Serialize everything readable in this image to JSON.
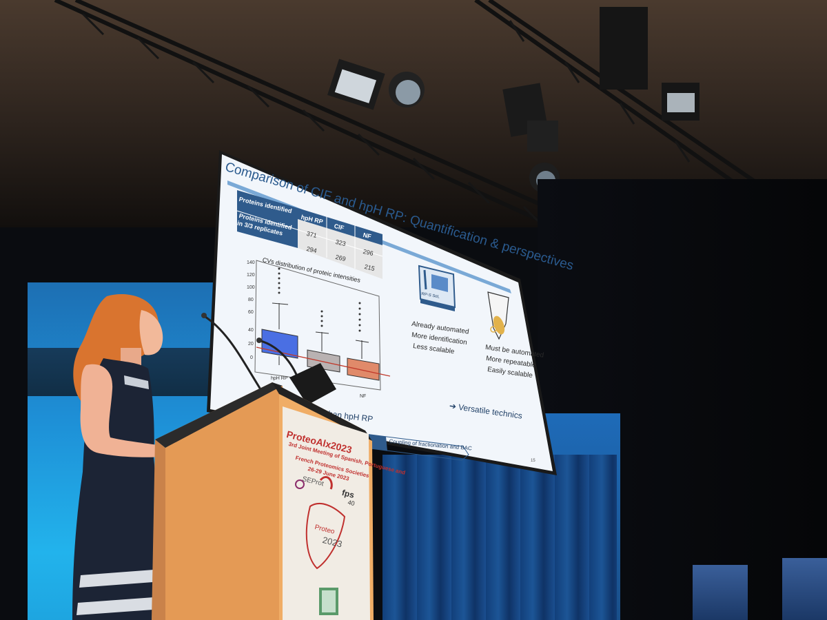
{
  "slide": {
    "title": "Comparison of CIF and hpH RP: Quantification & perspectives",
    "table": {
      "row1_label": "Proteins identified",
      "row2_label": "Proteins identified in 3/3 replicates",
      "col_headers": [
        "hpH RP",
        "CIF",
        "NF"
      ],
      "row1_values": [
        "371",
        "323",
        "296"
      ],
      "row2_values": [
        "294",
        "269",
        "215"
      ]
    },
    "cv_title": "CVs distribution of proteic intensities",
    "y_ticks": [
      "140",
      "120",
      "100",
      "80",
      "60",
      "40",
      "20",
      "0"
    ],
    "x_ticks": [
      "hpH RP",
      "NF"
    ],
    "rp_label": "RP-S SeL",
    "left_bullets": [
      "Already automated",
      "More identification",
      "Less scalable"
    ],
    "right_bullets": [
      "Must be automated",
      "More repeatable",
      "Easily scalable"
    ],
    "lower_fragment": "able than hpH RP",
    "versatile": "➔ Versatile technics",
    "footer": "Coupling of fractionation and BAC",
    "page_number": "15",
    "colors": {
      "hph_box": "#4a6fe3",
      "cif_box": "#b9b2b2",
      "nf_box": "#e08a6a",
      "table_header": "#2f5b8c",
      "median_line": "#c0392b"
    }
  },
  "poster": {
    "event": "ProteoAlx2023",
    "subtitle_lines": [
      "3rd Joint Meeting of Spanish, Portuguese and",
      "French Proteomics Societies",
      "26-29 June 2023"
    ],
    "logos": [
      "SEProt",
      "fps",
      "40"
    ],
    "map_label": "Proteo",
    "map_year": "2023"
  }
}
